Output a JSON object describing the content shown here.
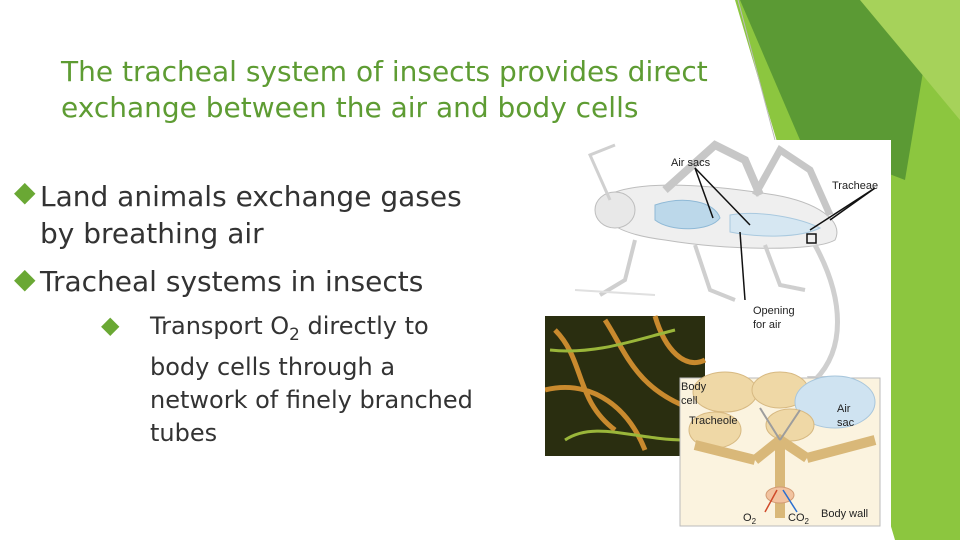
{
  "slide": {
    "title": "The tracheal system of insects provides direct exchange between the air and body cells",
    "bullets": [
      {
        "text": "Land animals exchange gases by breathing air"
      },
      {
        "text": "Tracheal systems in insects"
      }
    ],
    "sub_bullet": {
      "pre": "Transport O",
      "sub": "2",
      "post": " directly to body cells through a network of finely branched tubes"
    }
  },
  "figure": {
    "labels": {
      "air_sacs": "Air sacs",
      "tracheae": "Tracheae",
      "opening_line1": "Opening",
      "opening_line2": "for air",
      "body_cell_line1": "Body",
      "body_cell_line2": "cell",
      "tracheole": "Tracheole",
      "air_sac_line1": "Air",
      "air_sac_line2": "sac",
      "o2": "O",
      "o2_sub": "2",
      "co2": "CO",
      "co2_sub": "2",
      "body_wall": "Body wall"
    }
  },
  "colors": {
    "title": "#5e9c33",
    "accent_dark": "#4f8a2a",
    "accent_light": "#8cc63f",
    "text": "#333333"
  }
}
